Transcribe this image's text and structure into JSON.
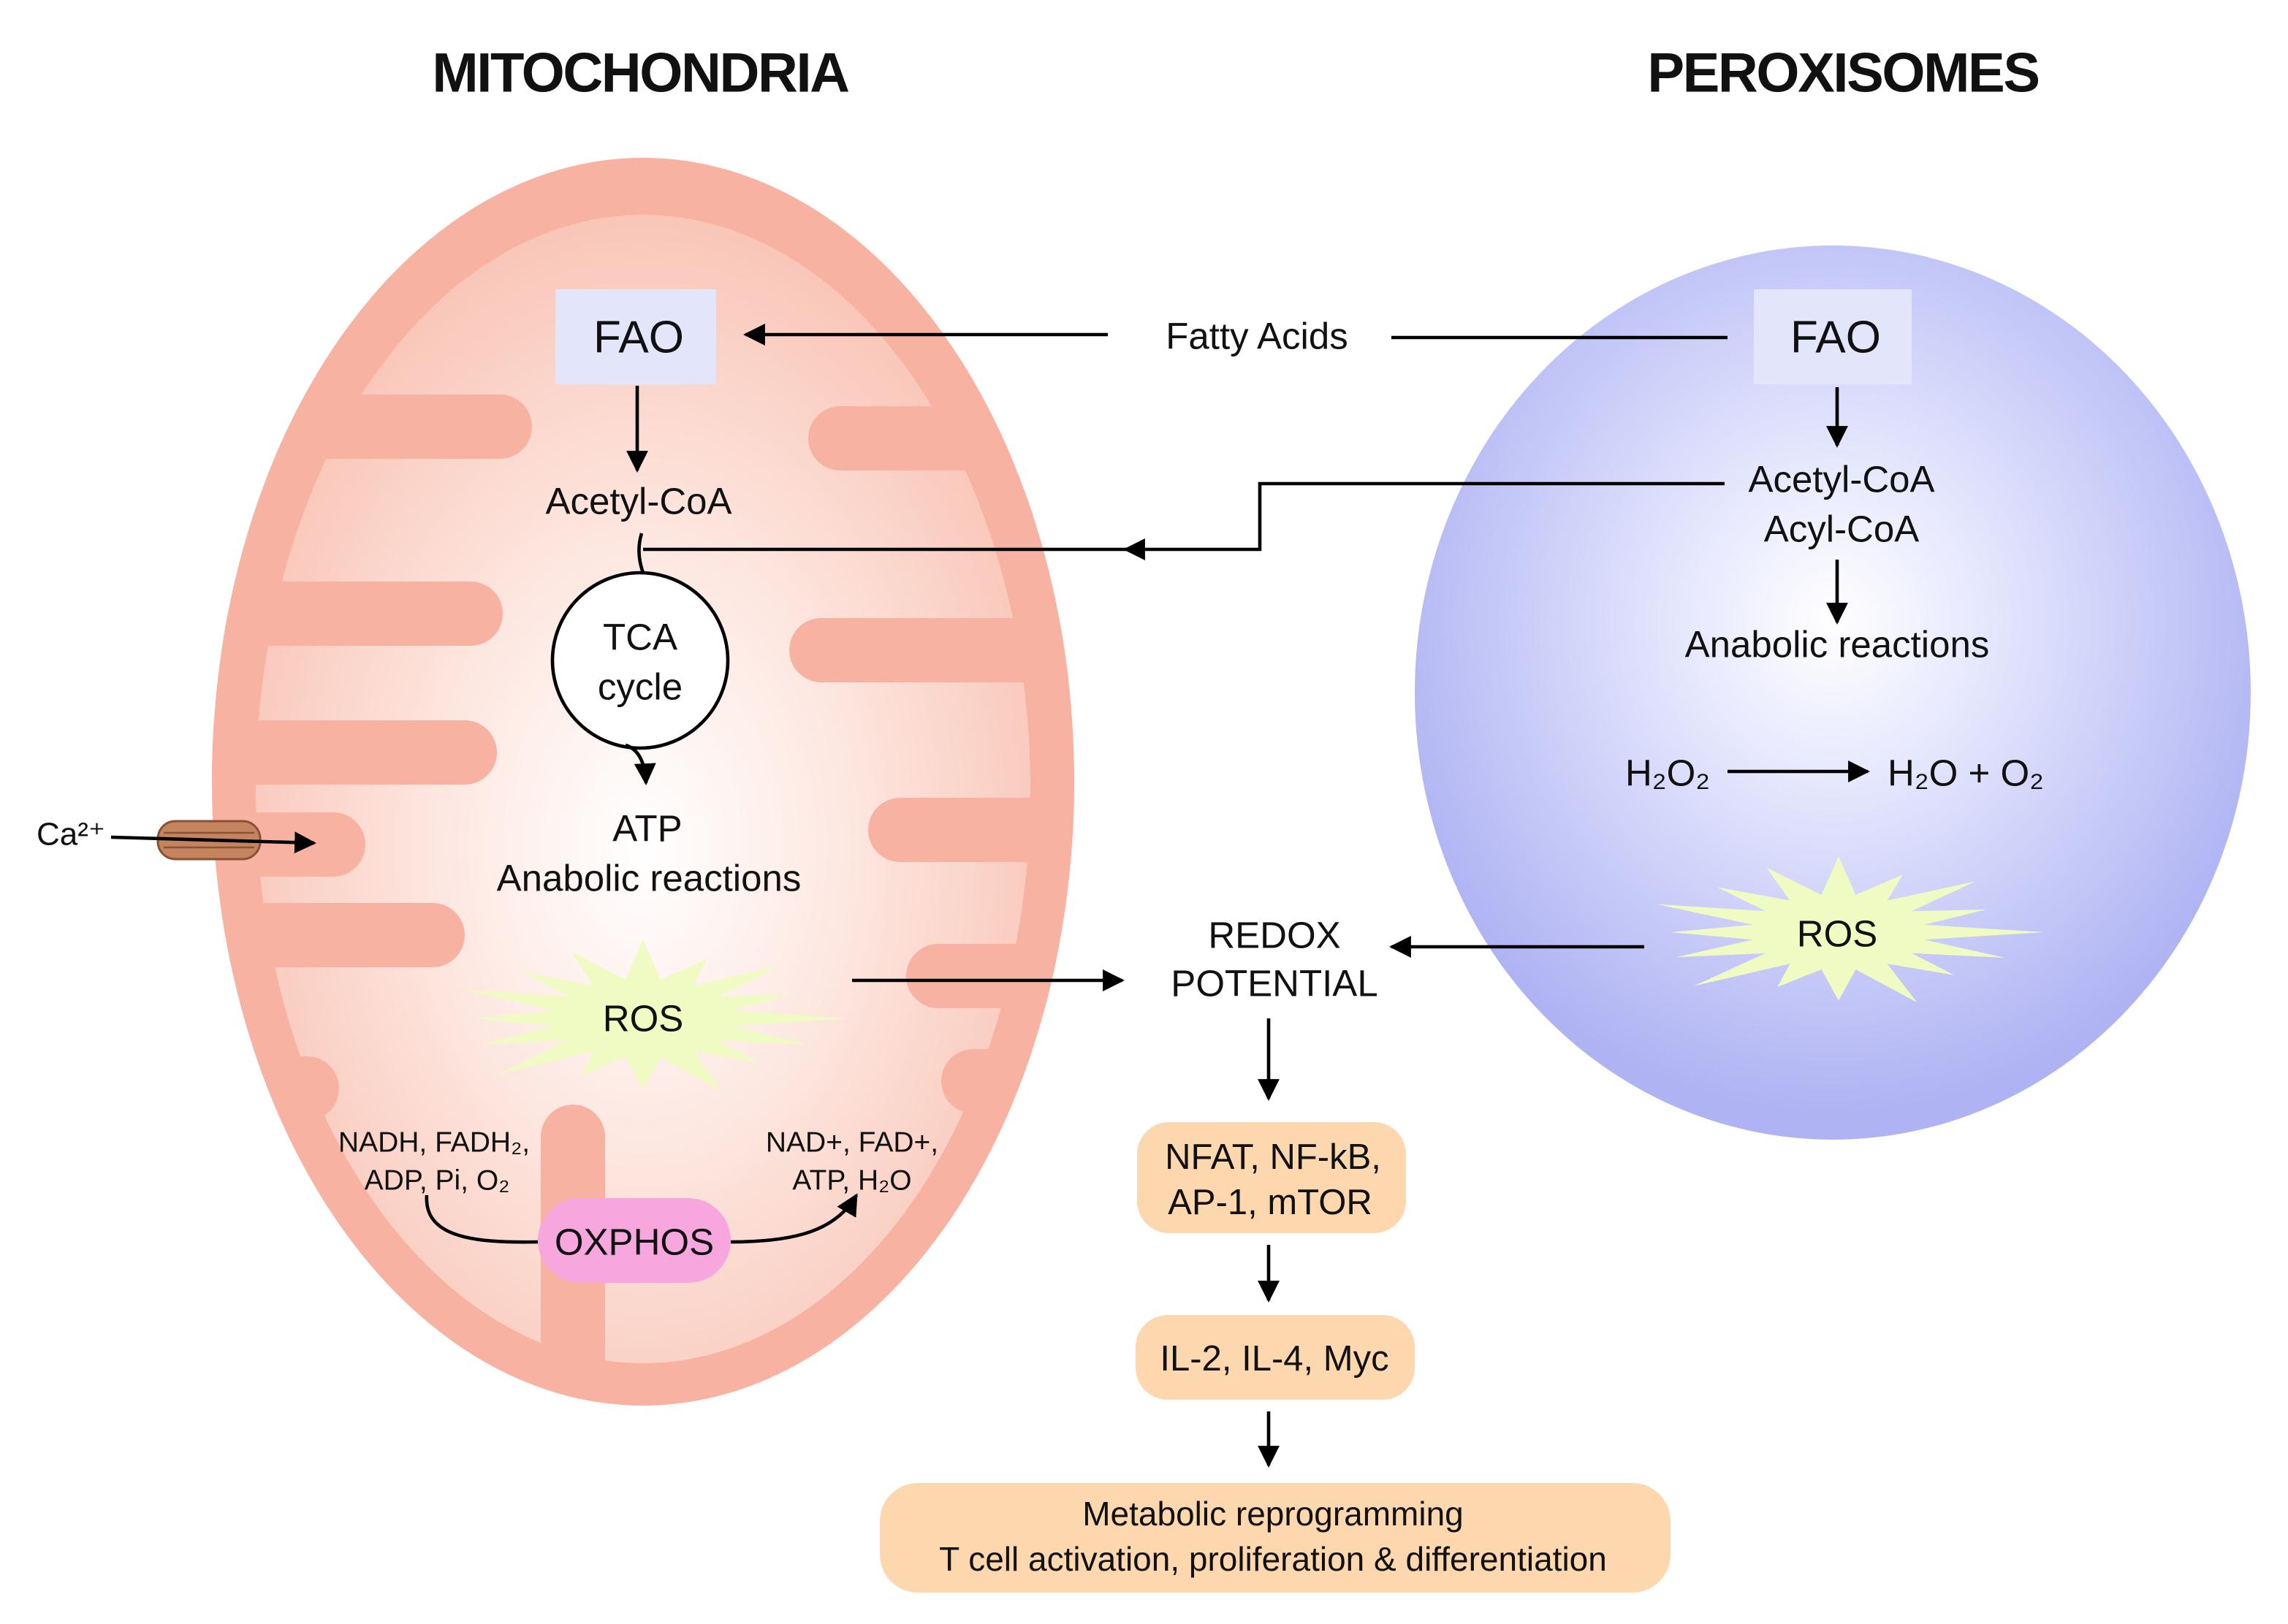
{
  "titles": {
    "mitochondria": "MITOCHONDRIA",
    "peroxisomes": "PEROXISOMES"
  },
  "fatty_acids": "Fatty Acids",
  "mitochondria": {
    "fao": "FAO",
    "acetyl_coa": "Acetyl-CoA",
    "tca": [
      "TCA",
      "cycle"
    ],
    "atp": "ATP",
    "anabolic": "Anabolic reactions",
    "calcium": "Ca²⁺",
    "ros": "ROS",
    "oxphos": "OXPHOS",
    "oxphos_inputs": [
      "NADH, FADH₂,",
      "ADP, Pi, O₂"
    ],
    "oxphos_outputs": [
      "NAD+, FAD+,",
      "ATP, H₂O"
    ]
  },
  "peroxisomes": {
    "fao": "FAO",
    "products": [
      "Acetyl-CoA",
      "Acyl-CoA"
    ],
    "anabolic": "Anabolic reactions",
    "h2o2": "H₂O₂",
    "h2o_o2": "H₂O + O₂",
    "ros": "ROS"
  },
  "redox": [
    "REDOX",
    "POTENTIAL"
  ],
  "signaling": [
    "NFAT, NF-kB,",
    "AP-1, mTOR"
  ],
  "cytokines": "IL-2, IL-4, Myc",
  "outcome": [
    "Metabolic reprogramming",
    "T cell activation, proliferation & differentiation"
  ],
  "colors": {
    "mito_membrane": "#f7b2a2",
    "mito_inner_center": "#ffffff",
    "mito_inner_mid": "#fde6df",
    "mito_inner_edge": "#f9c6b8",
    "perox_center": "#ffffff",
    "perox_mid": "#e4e6fd",
    "perox_edge": "#afb3f3",
    "fao_box": "#e3e6fb",
    "ros_burst": "#f0fbc4",
    "oxphos": "#f7a6de",
    "pathway_box": "#fdd7ae",
    "channel": "#c4845f",
    "channel_stroke": "#8a5232"
  }
}
